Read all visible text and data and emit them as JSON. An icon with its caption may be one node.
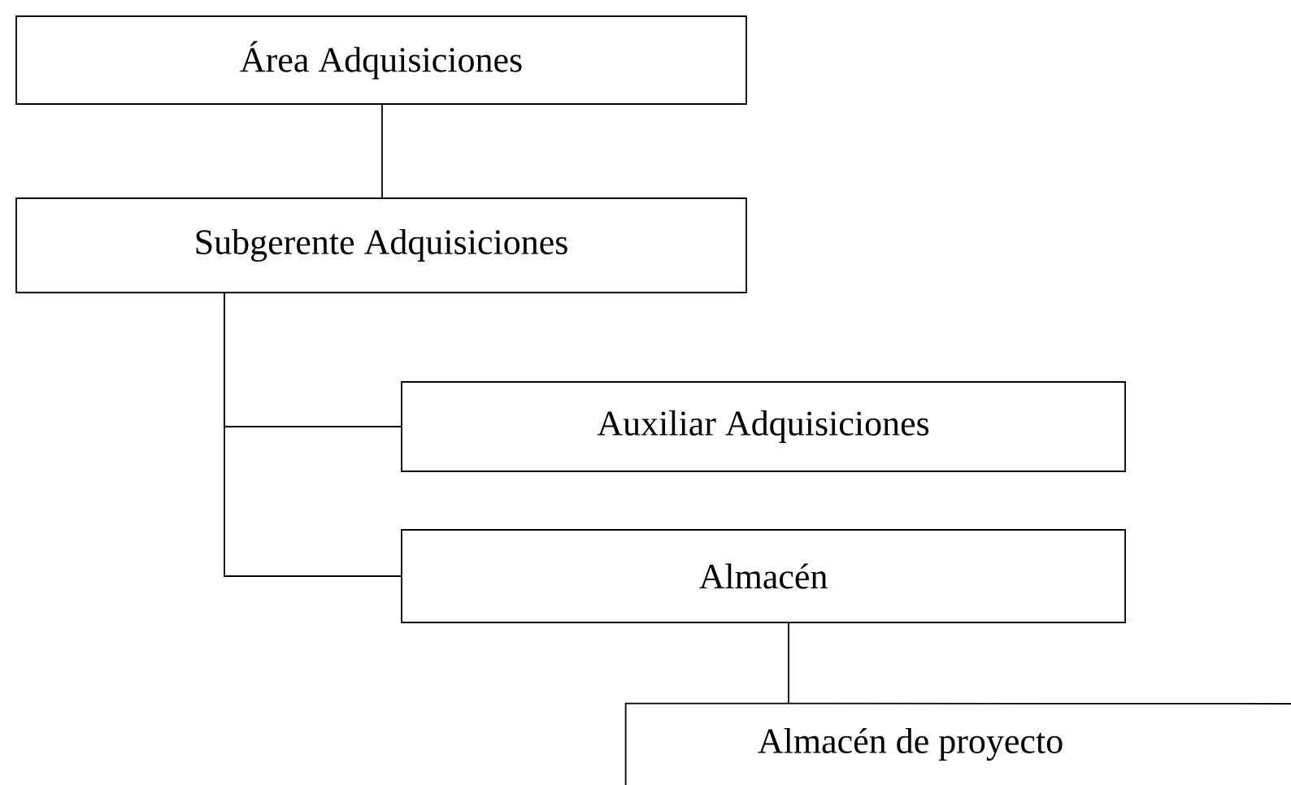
{
  "diagram": {
    "nodes": [
      {
        "text": [
          "Área Adquisiciones"
        ]
      },
      {
        "text": [
          "Subgerente Adquisiciones"
        ]
      },
      {
        "text": [
          "Auxiliar Adquisiciones"
        ]
      },
      {
        "text": [
          "Almacén"
        ]
      },
      {
        "text": [
          "Almacén de proyecto"
        ]
      }
    ],
    "edges": [
      {
        "from": 0,
        "to": 1,
        "arrow": "none"
      },
      {
        "from": 1,
        "to": 2,
        "arrow": "none"
      },
      {
        "from": 1,
        "to": 3,
        "arrow": "none"
      },
      {
        "from": 3,
        "to": 4,
        "arrow": "none"
      }
    ]
  }
}
